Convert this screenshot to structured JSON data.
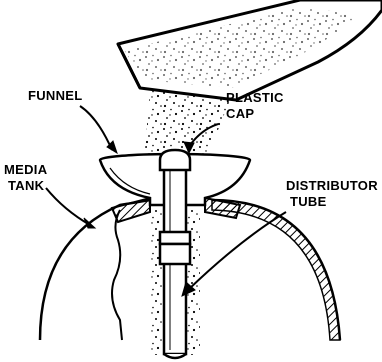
{
  "labels": {
    "funnel": "FUNNEL",
    "plastic_cap_line1": "PLASTIC",
    "plastic_cap_line2": "CAP",
    "media_tank_line1": "MEDIA",
    "media_tank_line2": "TANK",
    "distributor_tube_line1": "DISTRIBUTOR",
    "distributor_tube_line2": "TUBE"
  }
}
